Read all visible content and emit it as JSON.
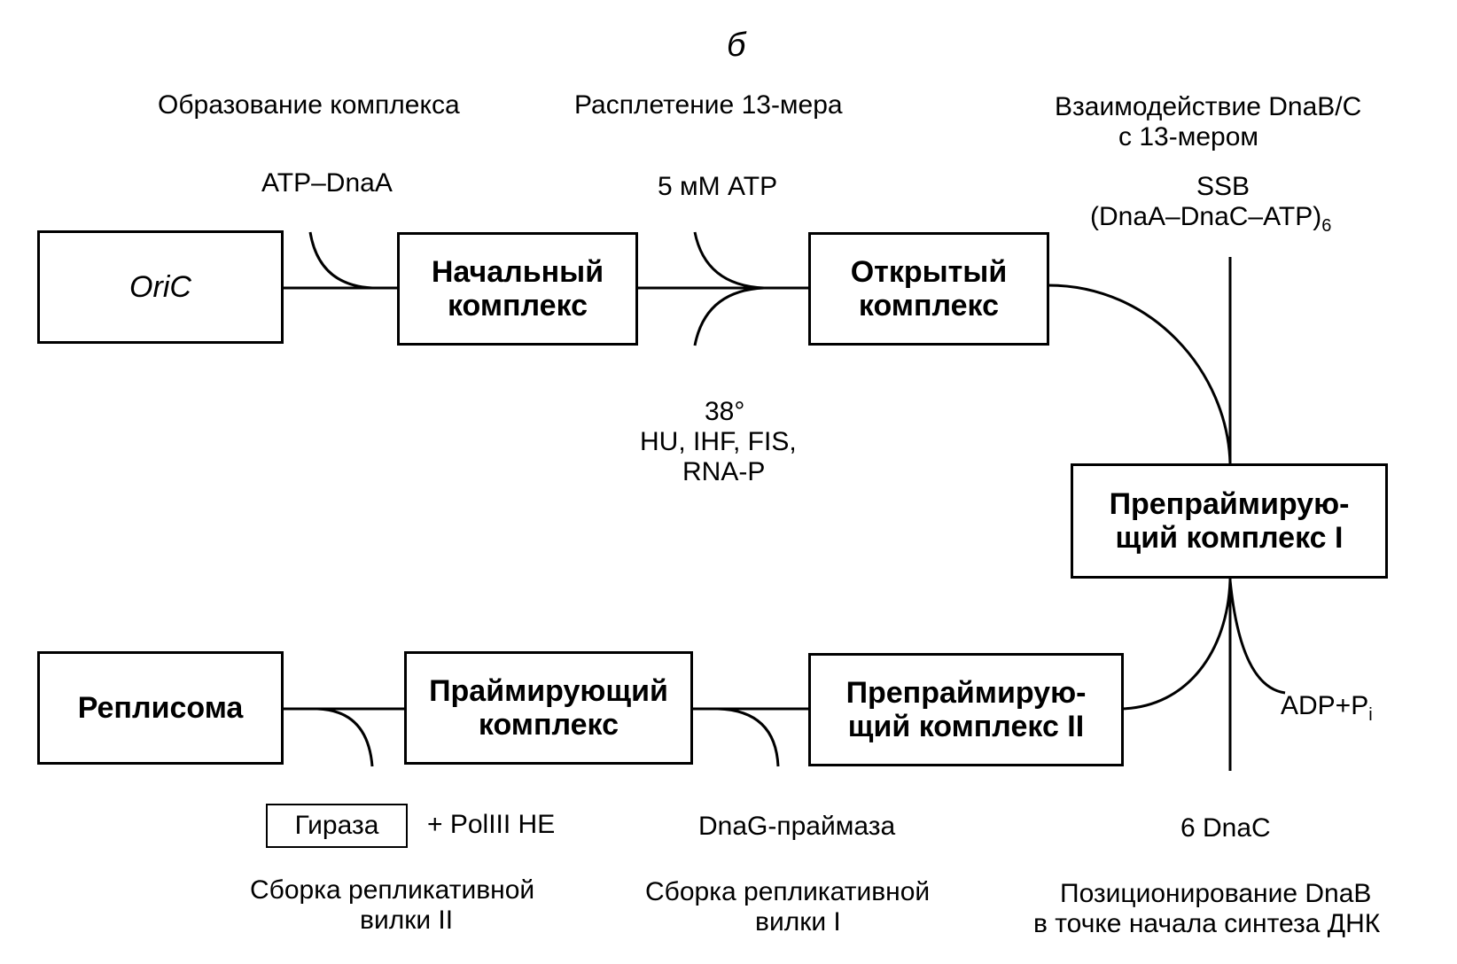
{
  "panel_letter": "б",
  "stages": {
    "complex_formation": "Образование комплекса",
    "unwinding": "Расплетение 13-мера",
    "interaction_line1": "Взаимодействие DnaB/C",
    "interaction_line2": "с 13-мером",
    "positioning_line1": "Позиционирование DnaB",
    "positioning_line2": "в точке начала синтеза ДНК",
    "fork1_line1": "Сборка репликативной",
    "fork1_line2": "вилки I",
    "fork2_line1": "Сборка репликативной",
    "fork2_line2": "вилки II"
  },
  "reagents": {
    "atp_dnaa": "ATP–DnaA",
    "atp_5mm": "5 мМ ATP",
    "temp": "38°",
    "factors": "HU, IHF, FIS,",
    "rnap": "RNA-P",
    "ssb": "SSB",
    "dnaa_dnac_atp": "(DnaA–DnaC–ATP)",
    "dnaa_dnac_sub": "6",
    "adp_pi": "ADP+P",
    "adp_pi_sub": "i",
    "dnac6": "6 DnaC",
    "dnag": "DnaG-праймаза",
    "gyrase": "Гираза",
    "polIII": "+ PolIII HE"
  },
  "boxes": {
    "oric": "OriC",
    "initial": "Начальный\nкомплекс",
    "open": "Открытый\nкомплекс",
    "preprime1": "Препраймирую-\nщий комплекс I",
    "preprime2": "Препраймирую-\nщий комплекс II",
    "priming": "Праймирующий\nкомплекс",
    "replisome": "Реплисома"
  }
}
